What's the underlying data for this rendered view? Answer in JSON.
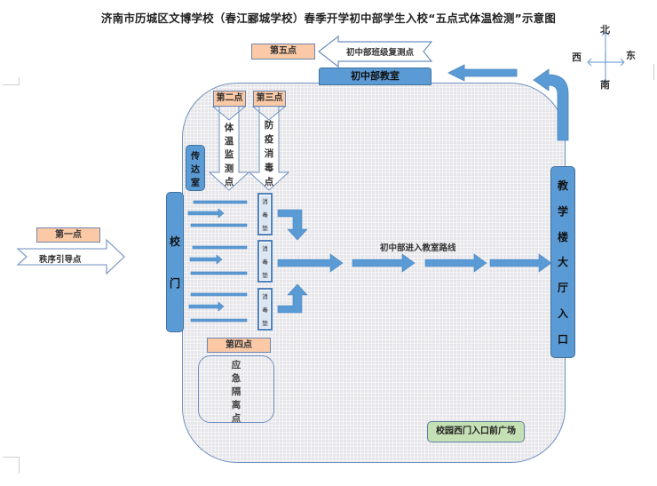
{
  "title": "济南市历城区文博学校（春江郦城学校）春季开学初中部学生入校“五点式体温检测”示意图",
  "compass": {
    "north": "北",
    "south": "南",
    "east": "东",
    "west": "西"
  },
  "points": {
    "p1": {
      "label": "第一点",
      "desc": "秩序引导点"
    },
    "p2": {
      "label": "第二点",
      "desc": [
        "体",
        "温",
        "监",
        "测",
        "点"
      ]
    },
    "p3": {
      "label": "第三点",
      "desc": [
        "防",
        "疫",
        "消",
        "毒",
        "点"
      ]
    },
    "p4": {
      "label": "第四点",
      "desc": [
        "应",
        "急",
        "隔",
        "离",
        "点"
      ]
    },
    "p5": {
      "label": "第五点",
      "desc": "初中部班级复测点"
    }
  },
  "classroom": "初中部教室",
  "gatehouse": [
    "传",
    "达",
    "室"
  ],
  "school_gate": [
    "校",
    "门"
  ],
  "mats": [
    {
      "chars": [
        "消",
        "毒",
        "垫"
      ]
    },
    {
      "chars": [
        "消",
        "毒",
        "垫"
      ]
    },
    {
      "chars": [
        "消",
        "毒",
        "垫"
      ]
    }
  ],
  "route_label": "初中部进入教室路线",
  "building_entrance": [
    "教",
    "学",
    "楼",
    "大",
    "厅",
    "入",
    "口"
  ],
  "plaza": "校园西门入口前广场",
  "colors": {
    "blue": "#5b9bd5",
    "orange": "#fbc9a5",
    "green": "#c5e0b4",
    "outline": "#6d8fbf"
  }
}
